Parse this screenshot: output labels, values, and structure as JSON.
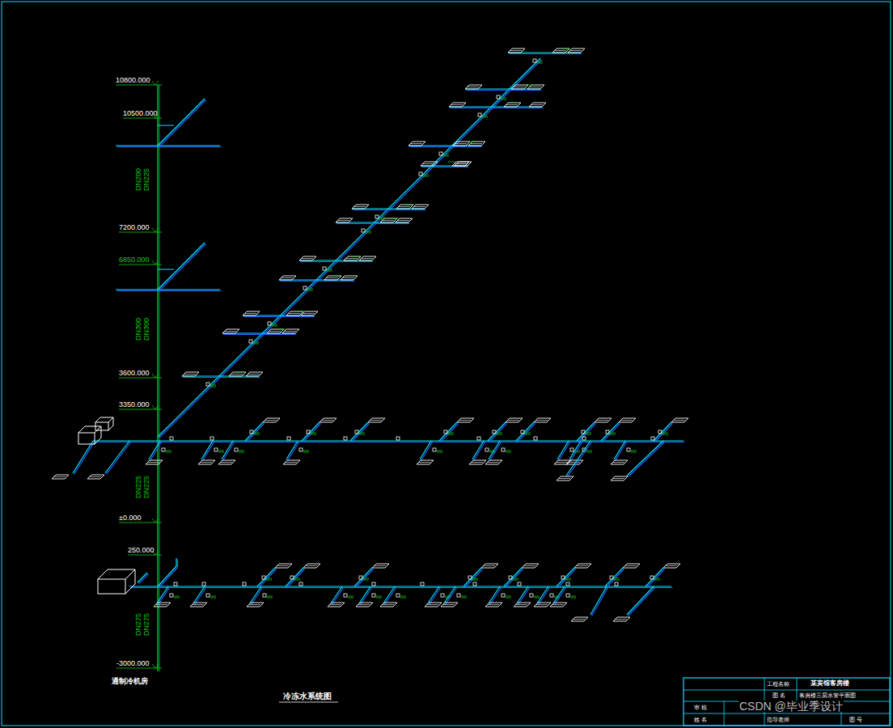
{
  "diagram": {
    "caption": "冷冻水系统图",
    "labels": [
      "10800.000",
      "10500.000",
      "DN200",
      "DN225",
      "7200.000",
      "6850.000",
      "DN300",
      "DN300",
      "3600.000",
      "3350.000",
      "DN225",
      "DN225",
      "±0.000",
      "250.000",
      "DN275",
      "DN275",
      "-3000.000",
      "通制冷机房",
      "工程名称",
      "某宾馆客房楼",
      "图 名",
      "客房楼三层水管平面图",
      "审 核",
      "姓 名",
      "指导老师",
      "图 号",
      "CSDN @毕业季设计"
    ]
  }
}
